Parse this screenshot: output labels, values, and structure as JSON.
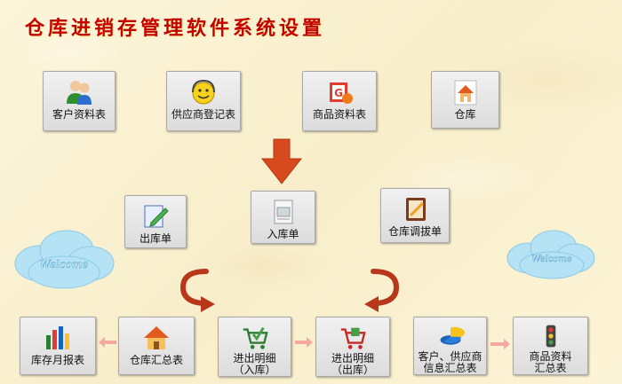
{
  "title": "仓库进销存管理软件系统设置",
  "clouds": {
    "left_text": "Welcome",
    "right_text": "Welcome"
  },
  "buttons": {
    "customer": "客户资料表",
    "supplier": "供应商登记表",
    "product": "商品资料表",
    "warehouse": "仓库",
    "stock_out": "出库单",
    "stock_in": "入库单",
    "transfer": "仓库调拔单",
    "monthly_report": "库存月报表",
    "warehouse_summary": "仓库汇总表",
    "detail_in": "进出明细\n（入库）",
    "detail_out": "进出明细\n（出库）",
    "partner_summary": "客户、供应商\n信息汇总表",
    "product_summary": "商品资料\n汇总表"
  },
  "colors": {
    "title": "#c40000",
    "arrow_red": "#d64a1e",
    "arrow_pink": "#f4a8a0",
    "cloud": "#a8dcf2"
  }
}
